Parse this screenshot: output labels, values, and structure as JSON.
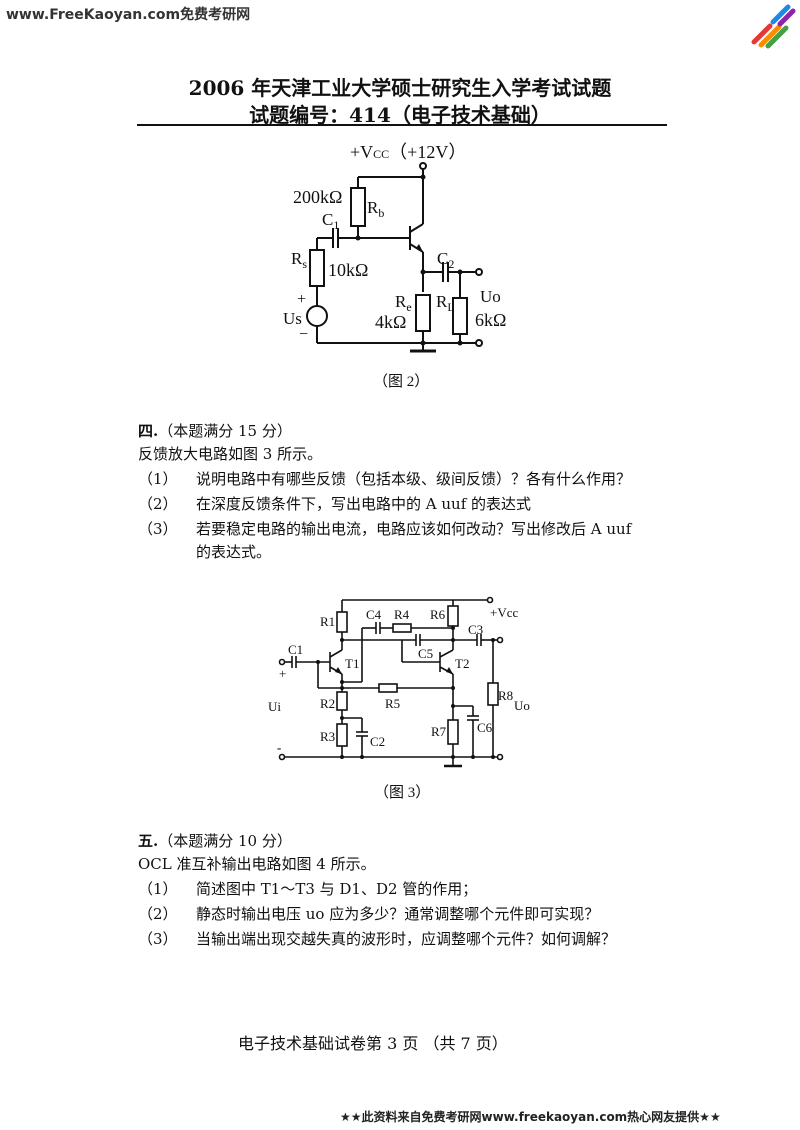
{
  "header": {
    "site": "www.FreeKaoyan.com免费考研网",
    "title_line1": "2006 年天津工业大学硕士研究生入学考试试题",
    "title_line2": "试题编号：414（电子技术基础）"
  },
  "figure2": {
    "vcc": "+V",
    "vcc_sub": "CC",
    "vcc_value": "（+12V）",
    "rb_value": "200kΩ",
    "rb": "R",
    "rb_sub": "b",
    "c1": "C",
    "c1_sub": "1",
    "rs": "R",
    "rs_sub": "s",
    "rs_value": "10kΩ",
    "plus": "+",
    "minus": "−",
    "us": "Us",
    "re": "R",
    "re_sub": "e",
    "re_value": "4kΩ",
    "rl": "R",
    "rl_sub": "L",
    "c2": "C",
    "c2_sub": "2",
    "uo": "Uo",
    "rl_value": "6kΩ",
    "caption": "（图 2）"
  },
  "section4": {
    "heading": "四.",
    "score": "（本题满分 15 分）",
    "intro": "反馈放大电路如图 3 所示。",
    "items": [
      {
        "num": "（1）",
        "text": "说明电路中有哪些反馈（包括本级、级间反馈）？各有什么作用？"
      },
      {
        "num": "（2）",
        "text": "在深度反馈条件下，写出电路中的 A uuf 的表达式"
      },
      {
        "num": "（3）",
        "text": "若要稳定电路的输出电流，电路应该如何改动？写出修改后 A uuf"
      }
    ],
    "item3_cont": "的表达式。"
  },
  "figure3": {
    "labels": {
      "r1": "R1",
      "r2": "R2",
      "r3": "R3",
      "r4": "R4",
      "r5": "R5",
      "r6": "R6",
      "r7": "R7",
      "r8": "R8",
      "c1": "C1",
      "c2": "C2",
      "c3": "C3",
      "c4": "C4",
      "c5": "C5",
      "c6": "C6",
      "t1": "T1",
      "t2": "T2",
      "vcc": "+Vcc",
      "ui": "Ui",
      "uo": "Uo",
      "plus": "+",
      "minus": "-"
    },
    "caption": "（图 3）"
  },
  "section5": {
    "heading": "五.",
    "score": "（本题满分 10 分）",
    "intro": "OCL 准互补输出电路如图 4 所示。",
    "items": [
      {
        "num": "（1）",
        "text": "简述图中 T1～T3 与 D1、D2 管的作用；"
      },
      {
        "num": "（2）",
        "text": "静态时输出电压 uo 应为多少？通常调整哪个元件即可实现？"
      },
      {
        "num": "（3）",
        "text": "当输出端出现交越失真的波形时，应调整哪个元件？如何调解？"
      }
    ]
  },
  "footer": {
    "page": "电子技术基础试卷第 3 页 （共 7 页）",
    "credit": "★★此资料来自免费考研网www.freekaoyan.com热心网友提供★★"
  }
}
